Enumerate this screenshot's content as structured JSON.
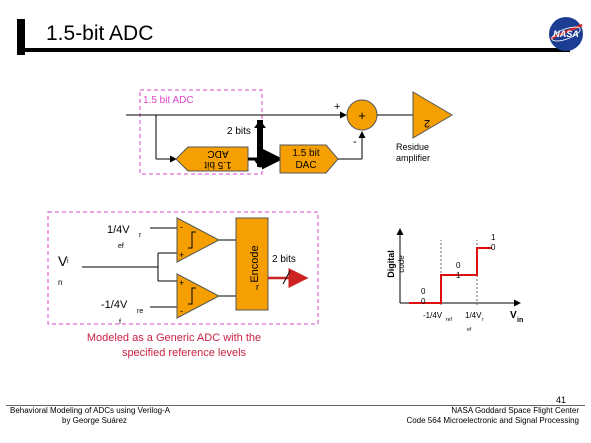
{
  "slide": {
    "title": "1.5-bit ADC",
    "page_number": "41",
    "logo_text": "NASA"
  },
  "footer": {
    "left_line1": "Behavioral Modeling of ADCs using Verilog-A",
    "left_line2": "by George Suárez",
    "right_line1": "NASA Goddard Space Flight Center",
    "right_line2": "Code 564 Microelectronic and Signal Processing"
  },
  "top_diagram": {
    "box_label": "1.5 bit ADC",
    "adc_block": [
      "1.5 bit",
      "ADC"
    ],
    "dac_block": [
      "1.5 bit",
      "DAC"
    ],
    "bus_label": "2 bits",
    "sum_symbol": "+",
    "plus_sign": "+",
    "minus_sign": "-",
    "amp_gain": "2",
    "amp_label": [
      "Residue",
      "amplifier"
    ]
  },
  "generic_adc": {
    "ref_pos": [
      "1/4V",
      "r",
      "ef"
    ],
    "ref_neg": [
      "-1/4V",
      "re",
      "f"
    ],
    "input": [
      "V",
      "i",
      "n"
    ],
    "comp_signs": [
      "-",
      "+",
      "+",
      "-"
    ],
    "encoder": [
      "Encode",
      "r"
    ],
    "bus_label": "2 bits",
    "caption": [
      "Modeled as a Generic ADC with the",
      "specified reference levels"
    ]
  },
  "transfer_plot": {
    "y_label": [
      "Digital",
      "code"
    ],
    "x_label": [
      "V",
      "in"
    ],
    "codes": [
      [
        "0",
        "0"
      ],
      [
        "0",
        "1"
      ],
      [
        "1",
        "0"
      ]
    ],
    "x_ticks": [
      [
        "-1/4V",
        "ref"
      ],
      [
        "1/4V",
        "r"
      ]
    ],
    "x_tick_sub2": "ef"
  },
  "colors": {
    "dashed_box": "#dd44cc",
    "caption": "#cc2244",
    "output_arrow": "#cc2222",
    "amp_fill": "#f5a000",
    "comparator_fill": "#f5a000",
    "block_fill": "#f5a000",
    "sum_fill": "#f5a000",
    "transfer_curve": "#dd1111"
  },
  "icons": [
    "nasa-logo-icon",
    "summing-junction-icon",
    "amplifier-triangle-icon",
    "comparator-icon",
    "arrow-icon"
  ]
}
